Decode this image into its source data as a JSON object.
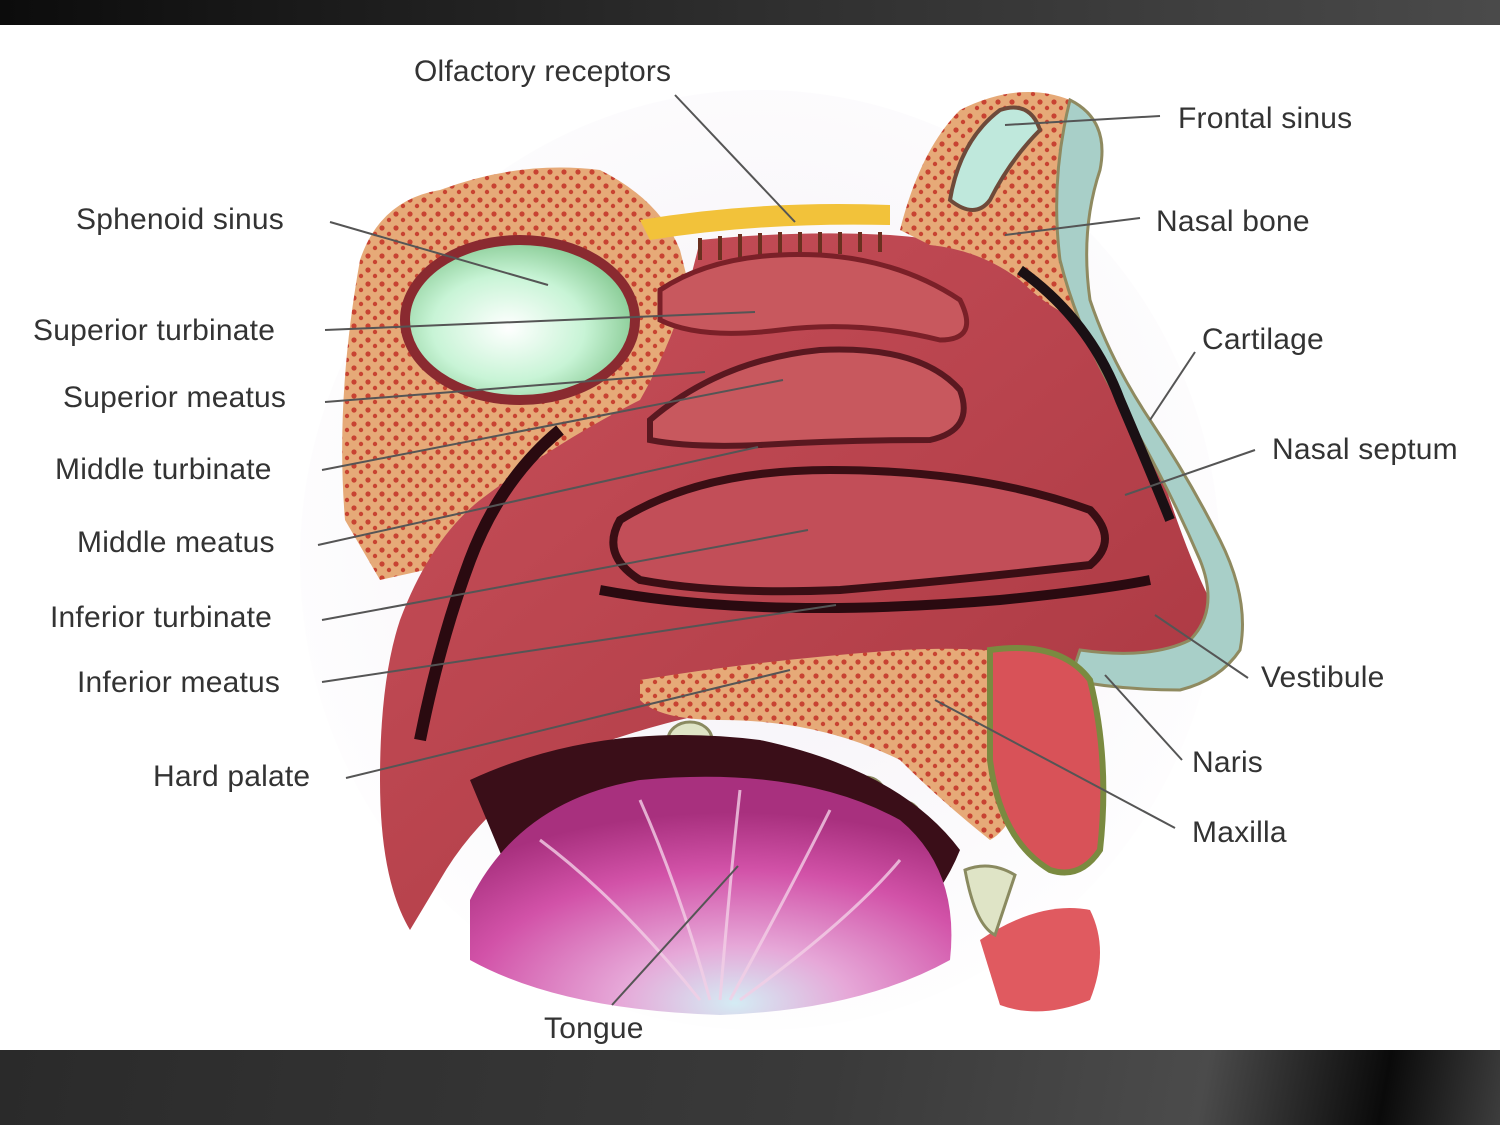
{
  "labels": {
    "olfactory_receptors": "Olfactory receptors",
    "frontal_sinus": "Frontal sinus",
    "sphenoid_sinus": "Sphenoid sinus",
    "nasal_bone": "Nasal bone",
    "superior_turbinate": "Superior turbinate",
    "cartilage": "Cartilage",
    "superior_meatus": "Superior meatus",
    "middle_turbinate": "Middle turbinate",
    "nasal_septum": "Nasal septum",
    "middle_meatus": "Middle meatus",
    "inferior_turbinate": "Inferior turbinate",
    "vestibule": "Vestibule",
    "inferior_meatus": "Inferior meatus",
    "naris": "Naris",
    "hard_palate": "Hard palate",
    "maxilla": "Maxilla",
    "tongue": "Tongue"
  },
  "colors": {
    "tissue": "#c0444a",
    "tissue_dark": "#8e2630",
    "bone": "#e0a070",
    "bone_dots": "#c84030",
    "cartilage": "#9fcfd6",
    "tongue": "#d45aa8",
    "sinus": "#d6f5e0",
    "olfactory": "#f0c020"
  }
}
